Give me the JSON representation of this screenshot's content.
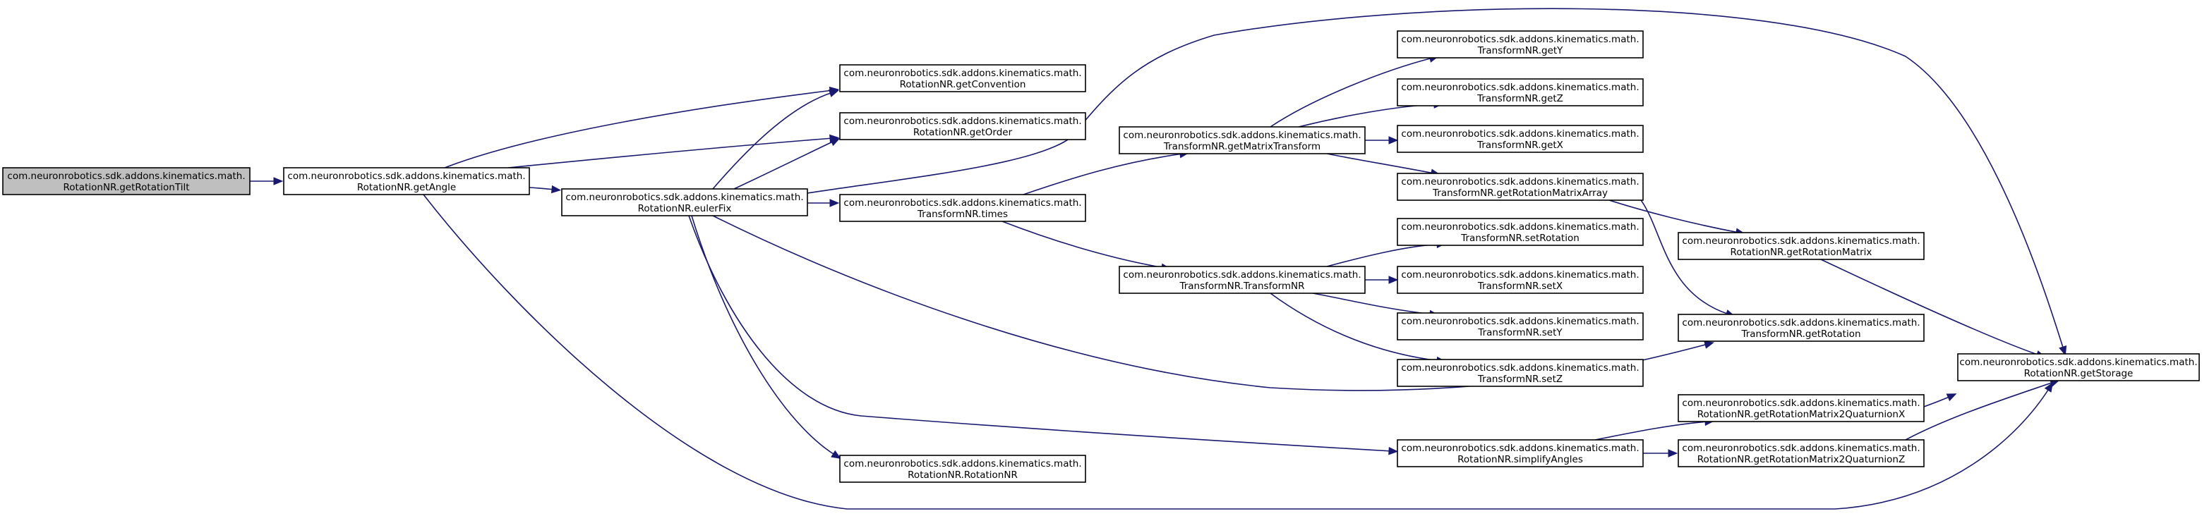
{
  "graph": {
    "colors": {
      "edge": "#191970",
      "root_fill": "#bfbfbf",
      "node_fill": "#ffffff",
      "node_border": "#000000",
      "text": "#000000",
      "background": "#ffffff"
    },
    "nodes": [
      {
        "id": "getRotationTilt",
        "line1": "com.neuronrobotics.sdk.addons.kinematics.math.",
        "line2": "RotationNR.getRotationTilt",
        "highlight": true
      },
      {
        "id": "getAngle",
        "line1": "com.neuronrobotics.sdk.addons.kinematics.math.",
        "line2": "RotationNR.getAngle"
      },
      {
        "id": "getConvention",
        "line1": "com.neuronrobotics.sdk.addons.kinematics.math.",
        "line2": "RotationNR.getConvention"
      },
      {
        "id": "getOrder",
        "line1": "com.neuronrobotics.sdk.addons.kinematics.math.",
        "line2": "RotationNR.getOrder"
      },
      {
        "id": "eulerFix",
        "line1": "com.neuronrobotics.sdk.addons.kinematics.math.",
        "line2": "RotationNR.eulerFix"
      },
      {
        "id": "times",
        "line1": "com.neuronrobotics.sdk.addons.kinematics.math.",
        "line2": "TransformNR.times"
      },
      {
        "id": "rotationNRCtor",
        "line1": "com.neuronrobotics.sdk.addons.kinematics.math.",
        "line2": "RotationNR.RotationNR"
      },
      {
        "id": "getMatrixTransform",
        "line1": "com.neuronrobotics.sdk.addons.kinematics.math.",
        "line2": "TransformNR.getMatrixTransform"
      },
      {
        "id": "transformNRCtor",
        "line1": "com.neuronrobotics.sdk.addons.kinematics.math.",
        "line2": "TransformNR.TransformNR"
      },
      {
        "id": "getY",
        "line1": "com.neuronrobotics.sdk.addons.kinematics.math.",
        "line2": "TransformNR.getY"
      },
      {
        "id": "getZ",
        "line1": "com.neuronrobotics.sdk.addons.kinematics.math.",
        "line2": "TransformNR.getZ"
      },
      {
        "id": "getX",
        "line1": "com.neuronrobotics.sdk.addons.kinematics.math.",
        "line2": "TransformNR.getX"
      },
      {
        "id": "getRotationMatrixArray",
        "line1": "com.neuronrobotics.sdk.addons.kinematics.math.",
        "line2": "TransformNR.getRotationMatrixArray"
      },
      {
        "id": "setRotation",
        "line1": "com.neuronrobotics.sdk.addons.kinematics.math.",
        "line2": "TransformNR.setRotation"
      },
      {
        "id": "setX",
        "line1": "com.neuronrobotics.sdk.addons.kinematics.math.",
        "line2": "TransformNR.setX"
      },
      {
        "id": "setY",
        "line1": "com.neuronrobotics.sdk.addons.kinematics.math.",
        "line2": "TransformNR.setY"
      },
      {
        "id": "setZ",
        "line1": "com.neuronrobotics.sdk.addons.kinematics.math.",
        "line2": "TransformNR.setZ"
      },
      {
        "id": "simplifyAngles",
        "line1": "com.neuronrobotics.sdk.addons.kinematics.math.",
        "line2": "RotationNR.simplifyAngles"
      },
      {
        "id": "getRotationMatrix",
        "line1": "com.neuronrobotics.sdk.addons.kinematics.math.",
        "line2": "RotationNR.getRotationMatrix"
      },
      {
        "id": "getRotation",
        "line1": "com.neuronrobotics.sdk.addons.kinematics.math.",
        "line2": "TransformNR.getRotation"
      },
      {
        "id": "getRotationMatrix2QuaturnionX",
        "line1": "com.neuronrobotics.sdk.addons.kinematics.math.",
        "line2": "RotationNR.getRotationMatrix2QuaturnionX"
      },
      {
        "id": "getRotationMatrix2QuaturnionZ",
        "line1": "com.neuronrobotics.sdk.addons.kinematics.math.",
        "line2": "RotationNR.getRotationMatrix2QuaturnionZ"
      },
      {
        "id": "getStorage",
        "line1": "com.neuronrobotics.sdk.addons.kinematics.math.",
        "line2": "RotationNR.getStorage"
      }
    ],
    "edges": [
      {
        "from": "getRotationTilt",
        "to": "getAngle"
      },
      {
        "from": "getAngle",
        "to": "getConvention"
      },
      {
        "from": "getAngle",
        "to": "getOrder"
      },
      {
        "from": "getAngle",
        "to": "eulerFix"
      },
      {
        "from": "getAngle",
        "to": "getStorage"
      },
      {
        "from": "eulerFix",
        "to": "getConvention"
      },
      {
        "from": "eulerFix",
        "to": "getOrder"
      },
      {
        "from": "eulerFix",
        "to": "times"
      },
      {
        "from": "eulerFix",
        "to": "rotationNRCtor"
      },
      {
        "from": "eulerFix",
        "to": "getStorage"
      },
      {
        "from": "eulerFix",
        "to": "getRotation"
      },
      {
        "from": "eulerFix",
        "to": "simplifyAngles"
      },
      {
        "from": "times",
        "to": "getMatrixTransform"
      },
      {
        "from": "times",
        "to": "transformNRCtor"
      },
      {
        "from": "getMatrixTransform",
        "to": "getY"
      },
      {
        "from": "getMatrixTransform",
        "to": "getZ"
      },
      {
        "from": "getMatrixTransform",
        "to": "getX"
      },
      {
        "from": "getMatrixTransform",
        "to": "getRotationMatrixArray"
      },
      {
        "from": "getRotationMatrixArray",
        "to": "getRotationMatrix"
      },
      {
        "from": "getRotationMatrixArray",
        "to": "getRotation"
      },
      {
        "from": "transformNRCtor",
        "to": "setRotation"
      },
      {
        "from": "transformNRCtor",
        "to": "setX"
      },
      {
        "from": "transformNRCtor",
        "to": "setY"
      },
      {
        "from": "transformNRCtor",
        "to": "setZ"
      },
      {
        "from": "getRotationMatrix",
        "to": "getStorage"
      },
      {
        "from": "simplifyAngles",
        "to": "getRotationMatrix2QuaturnionX"
      },
      {
        "from": "simplifyAngles",
        "to": "getRotationMatrix2QuaturnionZ"
      },
      {
        "from": "getRotationMatrix2QuaturnionX",
        "to": "getStorage"
      },
      {
        "from": "getRotationMatrix2QuaturnionZ",
        "to": "getStorage"
      }
    ]
  }
}
